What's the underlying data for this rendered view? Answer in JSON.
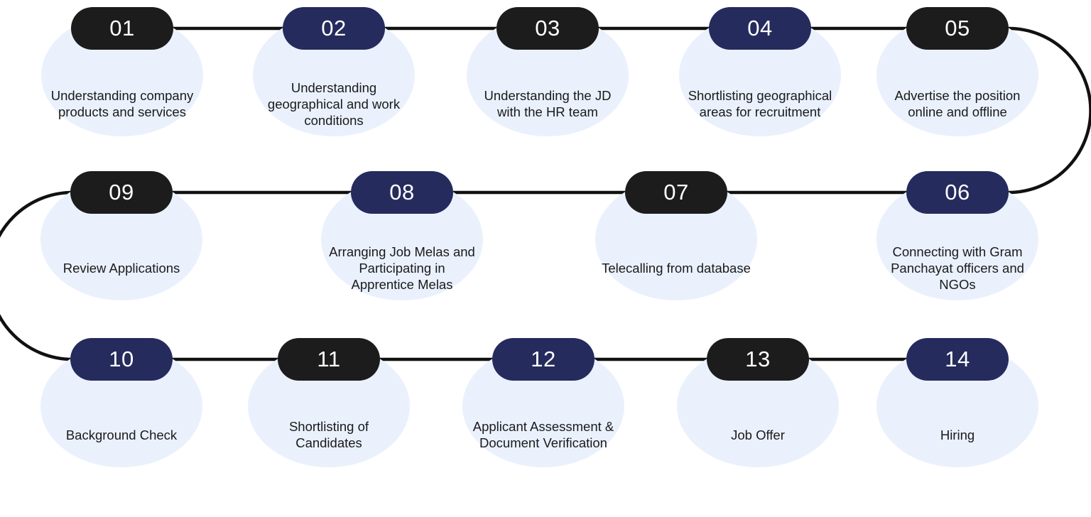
{
  "steps": [
    {
      "number": "01",
      "label": "Understanding company products and services",
      "color": "#1c1c1c"
    },
    {
      "number": "02",
      "label": "Understanding geographical and work conditions",
      "color": "#252b5c"
    },
    {
      "number": "03",
      "label": "Understanding the JD with the HR team",
      "color": "#1c1c1c"
    },
    {
      "number": "04",
      "label": "Shortlisting geographical areas for recruitment",
      "color": "#252b5c"
    },
    {
      "number": "05",
      "label": "Advertise the position online and offline",
      "color": "#1c1c1c"
    },
    {
      "number": "06",
      "label": "Connecting with Gram Panchayat officers and NGOs",
      "color": "#252b5c"
    },
    {
      "number": "07",
      "label": "Telecalling from database",
      "color": "#1c1c1c"
    },
    {
      "number": "08",
      "label": "Arranging Job Melas and Participating in Apprentice Melas",
      "color": "#252b5c"
    },
    {
      "number": "09",
      "label": "Review Applications",
      "color": "#1c1c1c"
    },
    {
      "number": "10",
      "label": "Background Check",
      "color": "#252b5c"
    },
    {
      "number": "11",
      "label": "Shortlisting of Candidates",
      "color": "#1c1c1c"
    },
    {
      "number": "12",
      "label": "Applicant Assessment & Document Verification",
      "color": "#252b5c"
    },
    {
      "number": "13",
      "label": "Job Offer",
      "color": "#1c1c1c"
    },
    {
      "number": "14",
      "label": "Hiring",
      "color": "#252b5c"
    }
  ],
  "colors": {
    "bubble": "#eaf1fd",
    "connector": "#111111",
    "dark_pill": "#1c1c1c",
    "navy_pill": "#252b5c"
  }
}
